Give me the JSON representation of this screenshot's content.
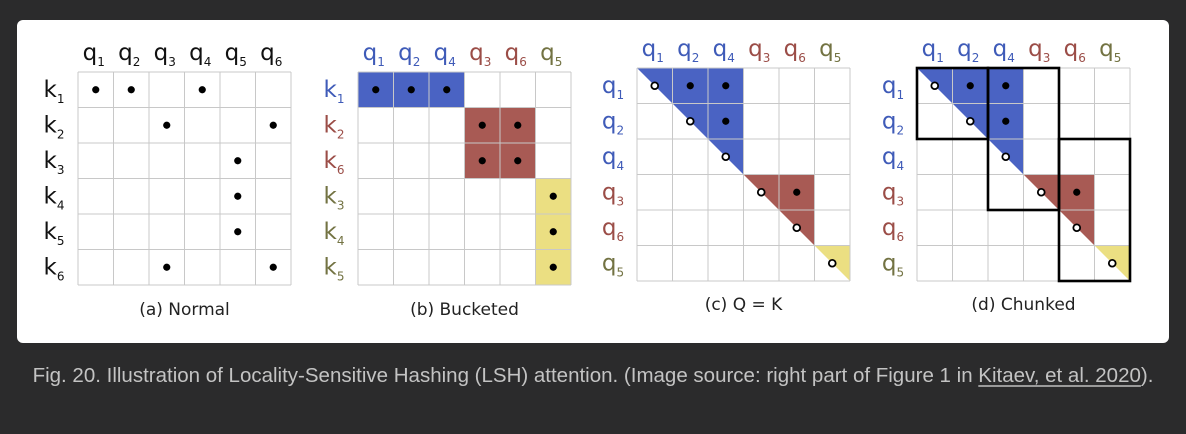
{
  "colors": {
    "page_bg": "#2b2b2c",
    "card_bg": "#ffffff",
    "caption": "#c3c3c3",
    "grid": "#c8c8c8",
    "dot": "#000000",
    "chunk_border": "#000000",
    "bucket_colors": [
      "#4a63c3",
      "#a85a54",
      "#ebdf82"
    ],
    "label_colors": {
      "black": "#111111",
      "blue": "#3f5bb8",
      "red": "#9b4d47",
      "olive": "#737343"
    }
  },
  "figure": {
    "panels": [
      {
        "id": "a",
        "caption": "(a) Normal",
        "columns": [
          {
            "b": "q",
            "s": "1",
            "c": "black"
          },
          {
            "b": "q",
            "s": "2",
            "c": "black"
          },
          {
            "b": "q",
            "s": "3",
            "c": "black"
          },
          {
            "b": "q",
            "s": "4",
            "c": "black"
          },
          {
            "b": "q",
            "s": "5",
            "c": "black"
          },
          {
            "b": "q",
            "s": "6",
            "c": "black"
          }
        ],
        "rows": [
          {
            "b": "k",
            "s": "1",
            "c": "black"
          },
          {
            "b": "k",
            "s": "2",
            "c": "black"
          },
          {
            "b": "k",
            "s": "3",
            "c": "black"
          },
          {
            "b": "k",
            "s": "4",
            "c": "black"
          },
          {
            "b": "k",
            "s": "5",
            "c": "black"
          },
          {
            "b": "k",
            "s": "6",
            "c": "black"
          }
        ],
        "fills": [],
        "dots": [
          [
            0,
            0
          ],
          [
            0,
            1
          ],
          [
            0,
            3
          ],
          [
            1,
            2
          ],
          [
            1,
            5
          ],
          [
            2,
            4
          ],
          [
            3,
            4
          ],
          [
            4,
            4
          ],
          [
            5,
            2
          ],
          [
            5,
            5
          ]
        ],
        "hollow_dots": [],
        "chunks": []
      },
      {
        "id": "b",
        "caption": "(b) Bucketed",
        "columns": [
          {
            "b": "q",
            "s": "1",
            "c": "blue"
          },
          {
            "b": "q",
            "s": "2",
            "c": "blue"
          },
          {
            "b": "q",
            "s": "4",
            "c": "blue"
          },
          {
            "b": "q",
            "s": "3",
            "c": "red"
          },
          {
            "b": "q",
            "s": "6",
            "c": "red"
          },
          {
            "b": "q",
            "s": "5",
            "c": "olive"
          }
        ],
        "rows": [
          {
            "b": "k",
            "s": "1",
            "c": "blue"
          },
          {
            "b": "k",
            "s": "2",
            "c": "red"
          },
          {
            "b": "k",
            "s": "6",
            "c": "red"
          },
          {
            "b": "k",
            "s": "3",
            "c": "olive"
          },
          {
            "b": "k",
            "s": "4",
            "c": "olive"
          },
          {
            "b": "k",
            "s": "5",
            "c": "olive"
          }
        ],
        "fills": [
          {
            "kind": "rect",
            "bucket": 0,
            "r0": 0,
            "c0": 0,
            "r1": 0,
            "c1": 2
          },
          {
            "kind": "rect",
            "bucket": 1,
            "r0": 1,
            "c0": 3,
            "r1": 2,
            "c1": 4
          },
          {
            "kind": "rect",
            "bucket": 2,
            "r0": 3,
            "c0": 5,
            "r1": 5,
            "c1": 5
          }
        ],
        "dots": [
          [
            0,
            0
          ],
          [
            0,
            1
          ],
          [
            0,
            2
          ],
          [
            1,
            3
          ],
          [
            1,
            4
          ],
          [
            2,
            3
          ],
          [
            2,
            4
          ],
          [
            3,
            5
          ],
          [
            4,
            5
          ],
          [
            5,
            5
          ]
        ],
        "hollow_dots": [],
        "chunks": []
      },
      {
        "id": "c",
        "caption": "(c) Q = K",
        "columns": [
          {
            "b": "q",
            "s": "1",
            "c": "blue"
          },
          {
            "b": "q",
            "s": "2",
            "c": "blue"
          },
          {
            "b": "q",
            "s": "4",
            "c": "blue"
          },
          {
            "b": "q",
            "s": "3",
            "c": "red"
          },
          {
            "b": "q",
            "s": "6",
            "c": "red"
          },
          {
            "b": "q",
            "s": "5",
            "c": "olive"
          }
        ],
        "rows": [
          {
            "b": "q",
            "s": "1",
            "c": "blue"
          },
          {
            "b": "q",
            "s": "2",
            "c": "blue"
          },
          {
            "b": "q",
            "s": "4",
            "c": "blue"
          },
          {
            "b": "q",
            "s": "3",
            "c": "red"
          },
          {
            "b": "q",
            "s": "6",
            "c": "red"
          },
          {
            "b": "q",
            "s": "5",
            "c": "olive"
          }
        ],
        "fills": [
          {
            "kind": "tri",
            "bucket": 0,
            "start": 0,
            "end": 2
          },
          {
            "kind": "tri",
            "bucket": 1,
            "start": 3,
            "end": 4
          },
          {
            "kind": "tri",
            "bucket": 2,
            "start": 5,
            "end": 5
          }
        ],
        "dots": [
          [
            0,
            1
          ],
          [
            0,
            2
          ],
          [
            1,
            2
          ],
          [
            3,
            4
          ]
        ],
        "hollow_dots": [
          [
            0,
            0
          ],
          [
            1,
            1
          ],
          [
            2,
            2
          ],
          [
            3,
            3
          ],
          [
            4,
            4
          ],
          [
            5,
            5
          ]
        ],
        "chunks": []
      },
      {
        "id": "d",
        "caption": "(d) Chunked",
        "columns": [
          {
            "b": "q",
            "s": "1",
            "c": "blue"
          },
          {
            "b": "q",
            "s": "2",
            "c": "blue"
          },
          {
            "b": "q",
            "s": "4",
            "c": "blue"
          },
          {
            "b": "q",
            "s": "3",
            "c": "red"
          },
          {
            "b": "q",
            "s": "6",
            "c": "red"
          },
          {
            "b": "q",
            "s": "5",
            "c": "olive"
          }
        ],
        "rows": [
          {
            "b": "q",
            "s": "1",
            "c": "blue"
          },
          {
            "b": "q",
            "s": "2",
            "c": "blue"
          },
          {
            "b": "q",
            "s": "4",
            "c": "blue"
          },
          {
            "b": "q",
            "s": "3",
            "c": "red"
          },
          {
            "b": "q",
            "s": "6",
            "c": "red"
          },
          {
            "b": "q",
            "s": "5",
            "c": "olive"
          }
        ],
        "fills": [
          {
            "kind": "tri",
            "bucket": 0,
            "start": 0,
            "end": 2
          },
          {
            "kind": "tri",
            "bucket": 1,
            "start": 3,
            "end": 4
          },
          {
            "kind": "tri",
            "bucket": 2,
            "start": 5,
            "end": 5
          }
        ],
        "dots": [
          [
            0,
            1
          ],
          [
            0,
            2
          ],
          [
            1,
            2
          ],
          [
            3,
            4
          ]
        ],
        "hollow_dots": [
          [
            0,
            0
          ],
          [
            1,
            1
          ],
          [
            2,
            2
          ],
          [
            3,
            3
          ],
          [
            4,
            4
          ],
          [
            5,
            5
          ]
        ],
        "chunks": [
          {
            "r0": 0,
            "r1": 1,
            "c0": 0,
            "c1": 1
          },
          {
            "r0": 0,
            "r1": 3,
            "c0": 2,
            "c1": 3
          },
          {
            "r0": 2,
            "r1": 5,
            "c0": 4,
            "c1": 5
          }
        ]
      }
    ]
  },
  "caption": {
    "text_before": "Fig. 20. Illustration of Locality-Sensitive Hashing (LSH) attention. (Image source: right part of Figure 1 in ",
    "link_text": "Kitaev, et al. 2020",
    "text_after": ")."
  }
}
